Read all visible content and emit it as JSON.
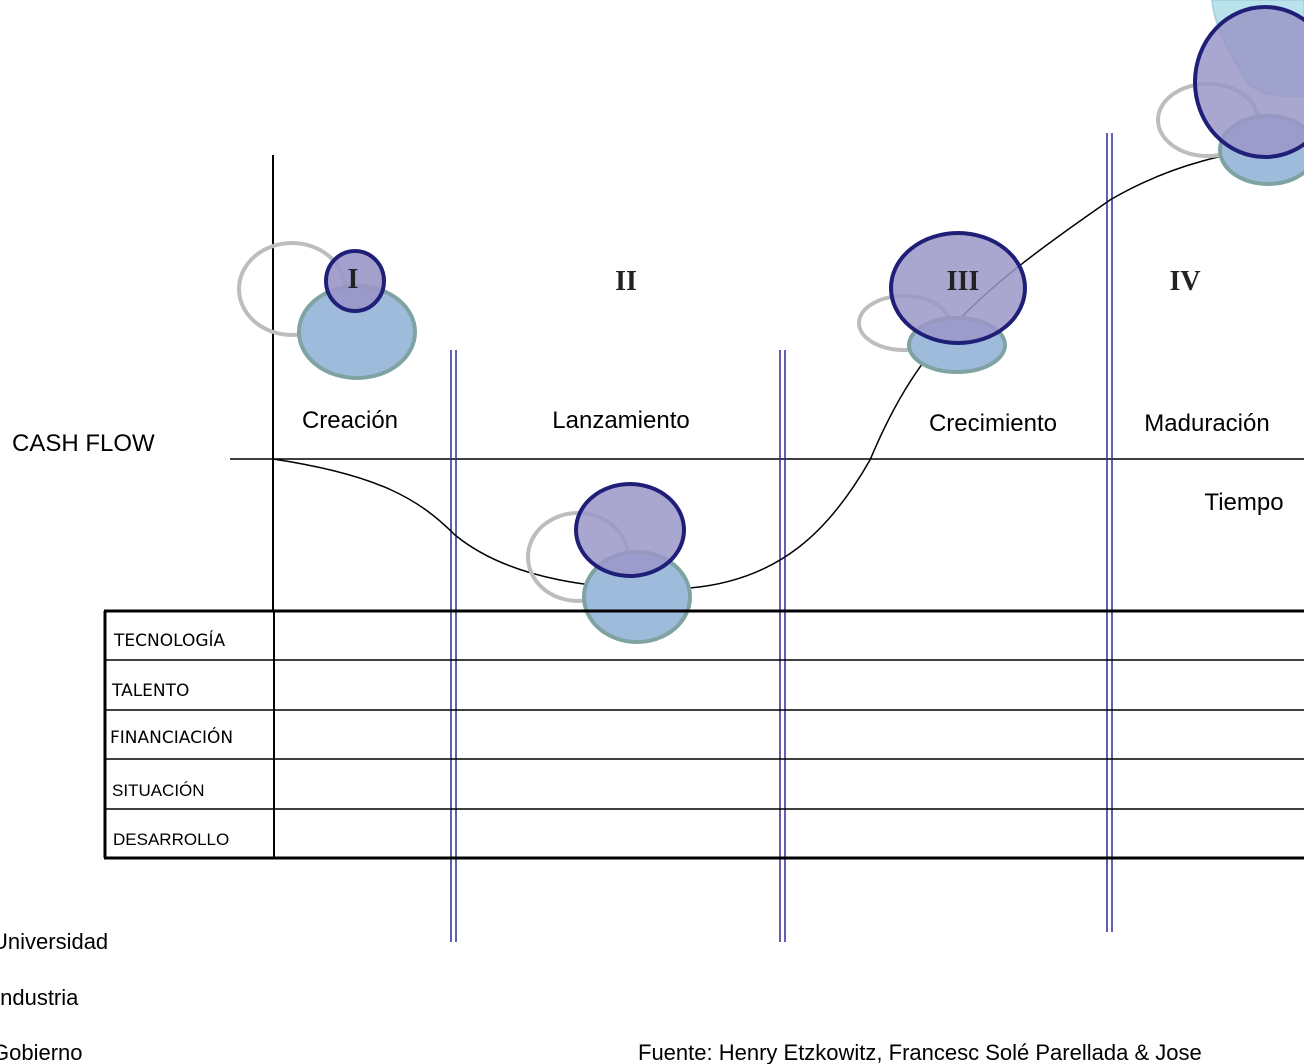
{
  "diagram": {
    "y_axis_label": "CASH FLOW",
    "x_axis_label": "Tiempo",
    "stages": [
      {
        "numeral": "I",
        "name": "Creación"
      },
      {
        "numeral": "II",
        "name": "Lanzamiento"
      },
      {
        "numeral": "III",
        "name": "Crecimiento"
      },
      {
        "numeral": "IV",
        "name": "Maduración"
      }
    ],
    "table_rows": [
      "TECNOLOGÍA",
      "TALENTO",
      "FINANCIACIÓN",
      "SITUACIÓN",
      "DESARROLLO"
    ],
    "legend": [
      "Universidad",
      "Industria",
      "Gobierno"
    ],
    "source": "Fuente: Henry Etzkowitz, Francesc Solé Parellada & Jose",
    "colors": {
      "universidad": "#b8b8b8",
      "industria": "#9fbbdc",
      "gobierno": "#9a96c8",
      "gobierno_stroke": "#1f1f78",
      "industria_stroke": "#7fa3a3",
      "divider": "#2d2d9a"
    }
  }
}
